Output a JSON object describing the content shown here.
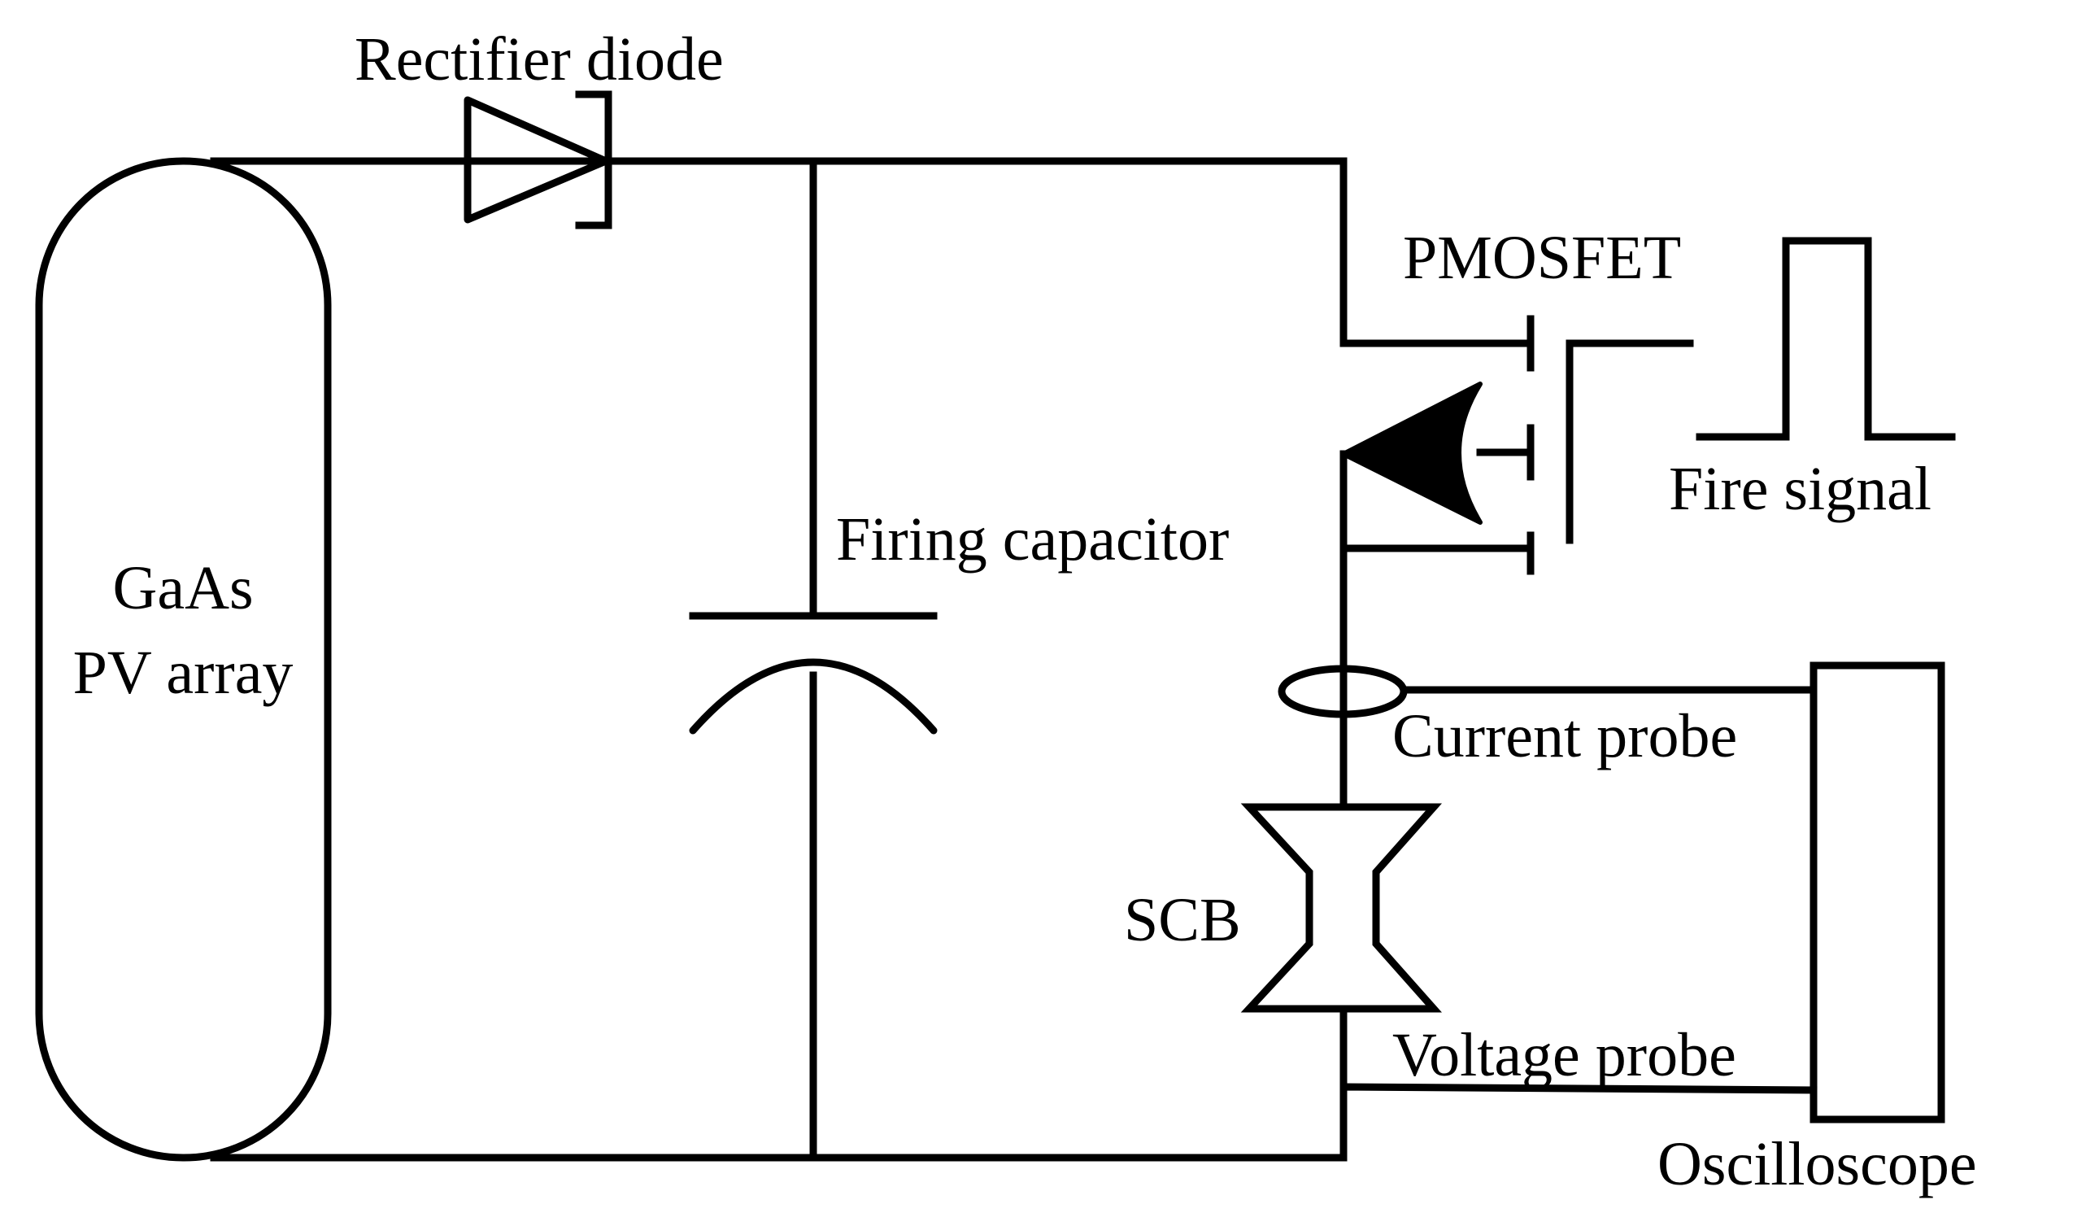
{
  "labels": {
    "pv_array_line1": "GaAs",
    "pv_array_line2": "PV array",
    "rectifier_diode": "Rectifier diode",
    "firing_capacitor": "Firing capacitor",
    "pmosfet": "PMOSFET",
    "fire_signal": "Fire signal",
    "current_probe": "Current probe",
    "voltage_probe": "Voltage probe",
    "scb": "SCB",
    "oscilloscope": "Oscilloscope"
  }
}
